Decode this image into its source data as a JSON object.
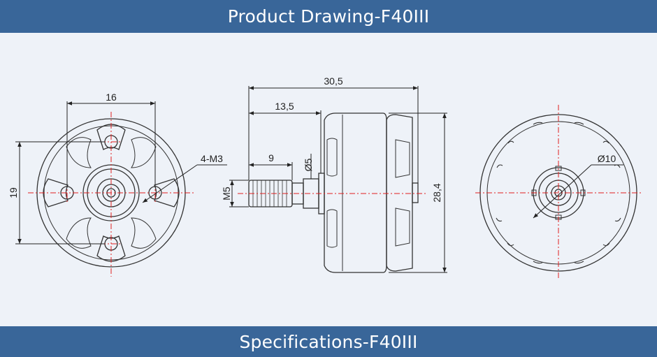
{
  "header": {
    "title": "Product Drawing-F40III"
  },
  "footer": {
    "title": "Specifications-F40III"
  },
  "drawing": {
    "front_view": {
      "width_dim": "16",
      "height_dim": "19",
      "hole_callout": "4-M3"
    },
    "side_view": {
      "overall_length": "30,5",
      "shaft_to_bell": "13,5",
      "thread_length": "9",
      "shaft_diameter": "Ø5",
      "thread_size": "M5",
      "bell_diameter": "28,4"
    },
    "rear_view": {
      "hub_diameter": "Ø10"
    }
  },
  "colors": {
    "banner": "#396699",
    "background": "#eef2f8",
    "centerline": "#e02020",
    "outline": "#333333"
  }
}
